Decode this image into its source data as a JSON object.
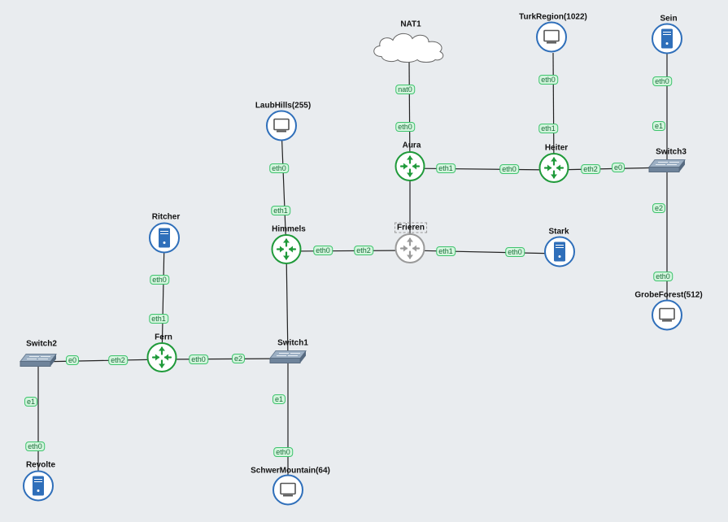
{
  "colors": {
    "link": "#222222",
    "router_active": "#1f9a3a",
    "router_inactive": "#9a9a9a",
    "host": "#2f6fba",
    "switch": "#7f92a8"
  },
  "nodes": [
    {
      "id": "NAT1",
      "label": "NAT1",
      "type": "cloud"
    },
    {
      "id": "TurkRegion",
      "label": "TurkRegion(1022)",
      "type": "pc"
    },
    {
      "id": "Sein",
      "label": "Sein",
      "type": "server"
    },
    {
      "id": "LaubHills",
      "label": "LaubHills(255)",
      "type": "pc"
    },
    {
      "id": "Aura",
      "label": "Aura",
      "type": "router",
      "state": "active"
    },
    {
      "id": "Heiter",
      "label": "Heiter",
      "type": "router",
      "state": "active"
    },
    {
      "id": "Switch3",
      "label": "Switch3",
      "type": "switch"
    },
    {
      "id": "Ritcher",
      "label": "Ritcher",
      "type": "server"
    },
    {
      "id": "Himmels",
      "label": "Himmels",
      "type": "router",
      "state": "active"
    },
    {
      "id": "Frieren",
      "label": "Frieren",
      "type": "router",
      "state": "inactive",
      "selected": true
    },
    {
      "id": "Stark",
      "label": "Stark",
      "type": "server"
    },
    {
      "id": "GrobeForest",
      "label": "GrobeForest(512)",
      "type": "pc"
    },
    {
      "id": "Switch2",
      "label": "Switch2",
      "type": "switch"
    },
    {
      "id": "Fern",
      "label": "Fern",
      "type": "router",
      "state": "active"
    },
    {
      "id": "Switch1",
      "label": "Switch1",
      "type": "switch"
    },
    {
      "id": "Revolte",
      "label": "Revolte",
      "type": "server"
    },
    {
      "id": "SchwerMountain",
      "label": "SchwerMountain(64)",
      "type": "pc"
    }
  ],
  "links": [
    {
      "a": "NAT1",
      "ia": "nat0",
      "b": "Aura",
      "ib": "eth0"
    },
    {
      "a": "Aura",
      "ia": "eth1",
      "b": "Heiter",
      "ib": "eth0"
    },
    {
      "a": "TurkRegion",
      "ia": "eth0",
      "b": "Heiter",
      "ib": "eth1"
    },
    {
      "a": "Heiter",
      "ia": "eth2",
      "b": "Switch3",
      "ib": "e0"
    },
    {
      "a": "Sein",
      "ia": "eth0",
      "b": "Switch3",
      "ib": "e1"
    },
    {
      "a": "Switch3",
      "ia": "e2",
      "b": "GrobeForest",
      "ib": "eth0"
    },
    {
      "a": "LaubHills",
      "ia": "eth0",
      "b": "Himmels",
      "ib": "eth1"
    },
    {
      "a": "Himmels",
      "ia": "eth0",
      "b": "Frieren",
      "ib": "eth2"
    },
    {
      "a": "Frieren",
      "ia": "eth1",
      "b": "Stark",
      "ib": "eth0"
    },
    {
      "a": "Aura",
      "ia": "",
      "b": "Frieren",
      "ib": ""
    },
    {
      "a": "Himmels",
      "ia": "",
      "b": "Switch1",
      "ib": ""
    },
    {
      "a": "Ritcher",
      "ia": "eth0",
      "b": "Fern",
      "ib": "eth1"
    },
    {
      "a": "Switch2",
      "ia": "e0",
      "b": "Fern",
      "ib": "eth2"
    },
    {
      "a": "Fern",
      "ia": "eth0",
      "b": "Switch1",
      "ib": "e2"
    },
    {
      "a": "Switch2",
      "ia": "e1",
      "b": "Revolte",
      "ib": "eth0"
    },
    {
      "a": "Switch1",
      "ia": "e1",
      "b": "SchwerMountain",
      "ib": "eth0"
    }
  ]
}
